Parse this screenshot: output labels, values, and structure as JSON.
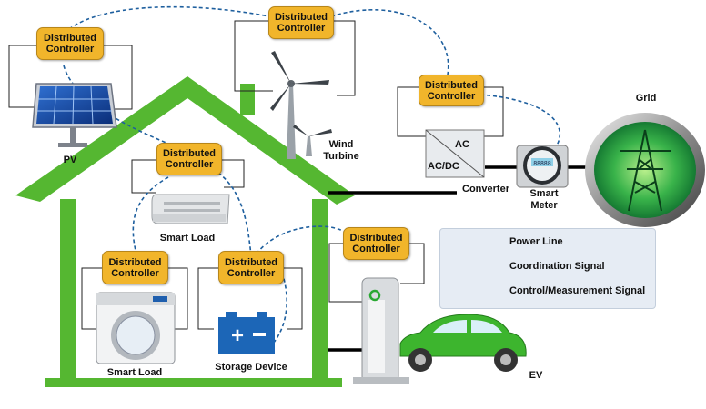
{
  "controllers": [
    {
      "id": "pv",
      "line1": "Distributed",
      "line2": "Controller"
    },
    {
      "id": "turbine",
      "line1": "Distributed",
      "line2": "Controller"
    },
    {
      "id": "converter",
      "line1": "Distributed",
      "line2": "Controller"
    },
    {
      "id": "aircon",
      "line1": "Distributed",
      "line2": "Controller"
    },
    {
      "id": "washer",
      "line1": "Distributed",
      "line2": "Controller"
    },
    {
      "id": "storage",
      "line1": "Distributed",
      "line2": "Controller"
    },
    {
      "id": "ev",
      "line1": "Distributed",
      "line2": "Controller"
    }
  ],
  "labels": {
    "pv": "PV",
    "wind_line1": "Wind",
    "wind_line2": "Turbine",
    "ac": "AC",
    "acdc": "AC/DC",
    "converter": "Converter",
    "meter_line1": "Smart",
    "meter_line2": "Meter",
    "grid": "Grid",
    "smart_load_top": "Smart Load",
    "smart_load_bottom": "Smart Load",
    "storage": "Storage Device",
    "ev": "EV",
    "meter_display": "88888"
  },
  "legend": {
    "power_line": "Power Line",
    "coordination": "Coordination Signal",
    "control": "Control/Measurement Signal"
  },
  "colors": {
    "house_green": "#55b731",
    "controller_fill": "#f1b52b",
    "coordination_line": "#1e5f9e",
    "power_line": "#000000",
    "grid_green": "#1f9a3a",
    "ev_green": "#3db52e"
  }
}
